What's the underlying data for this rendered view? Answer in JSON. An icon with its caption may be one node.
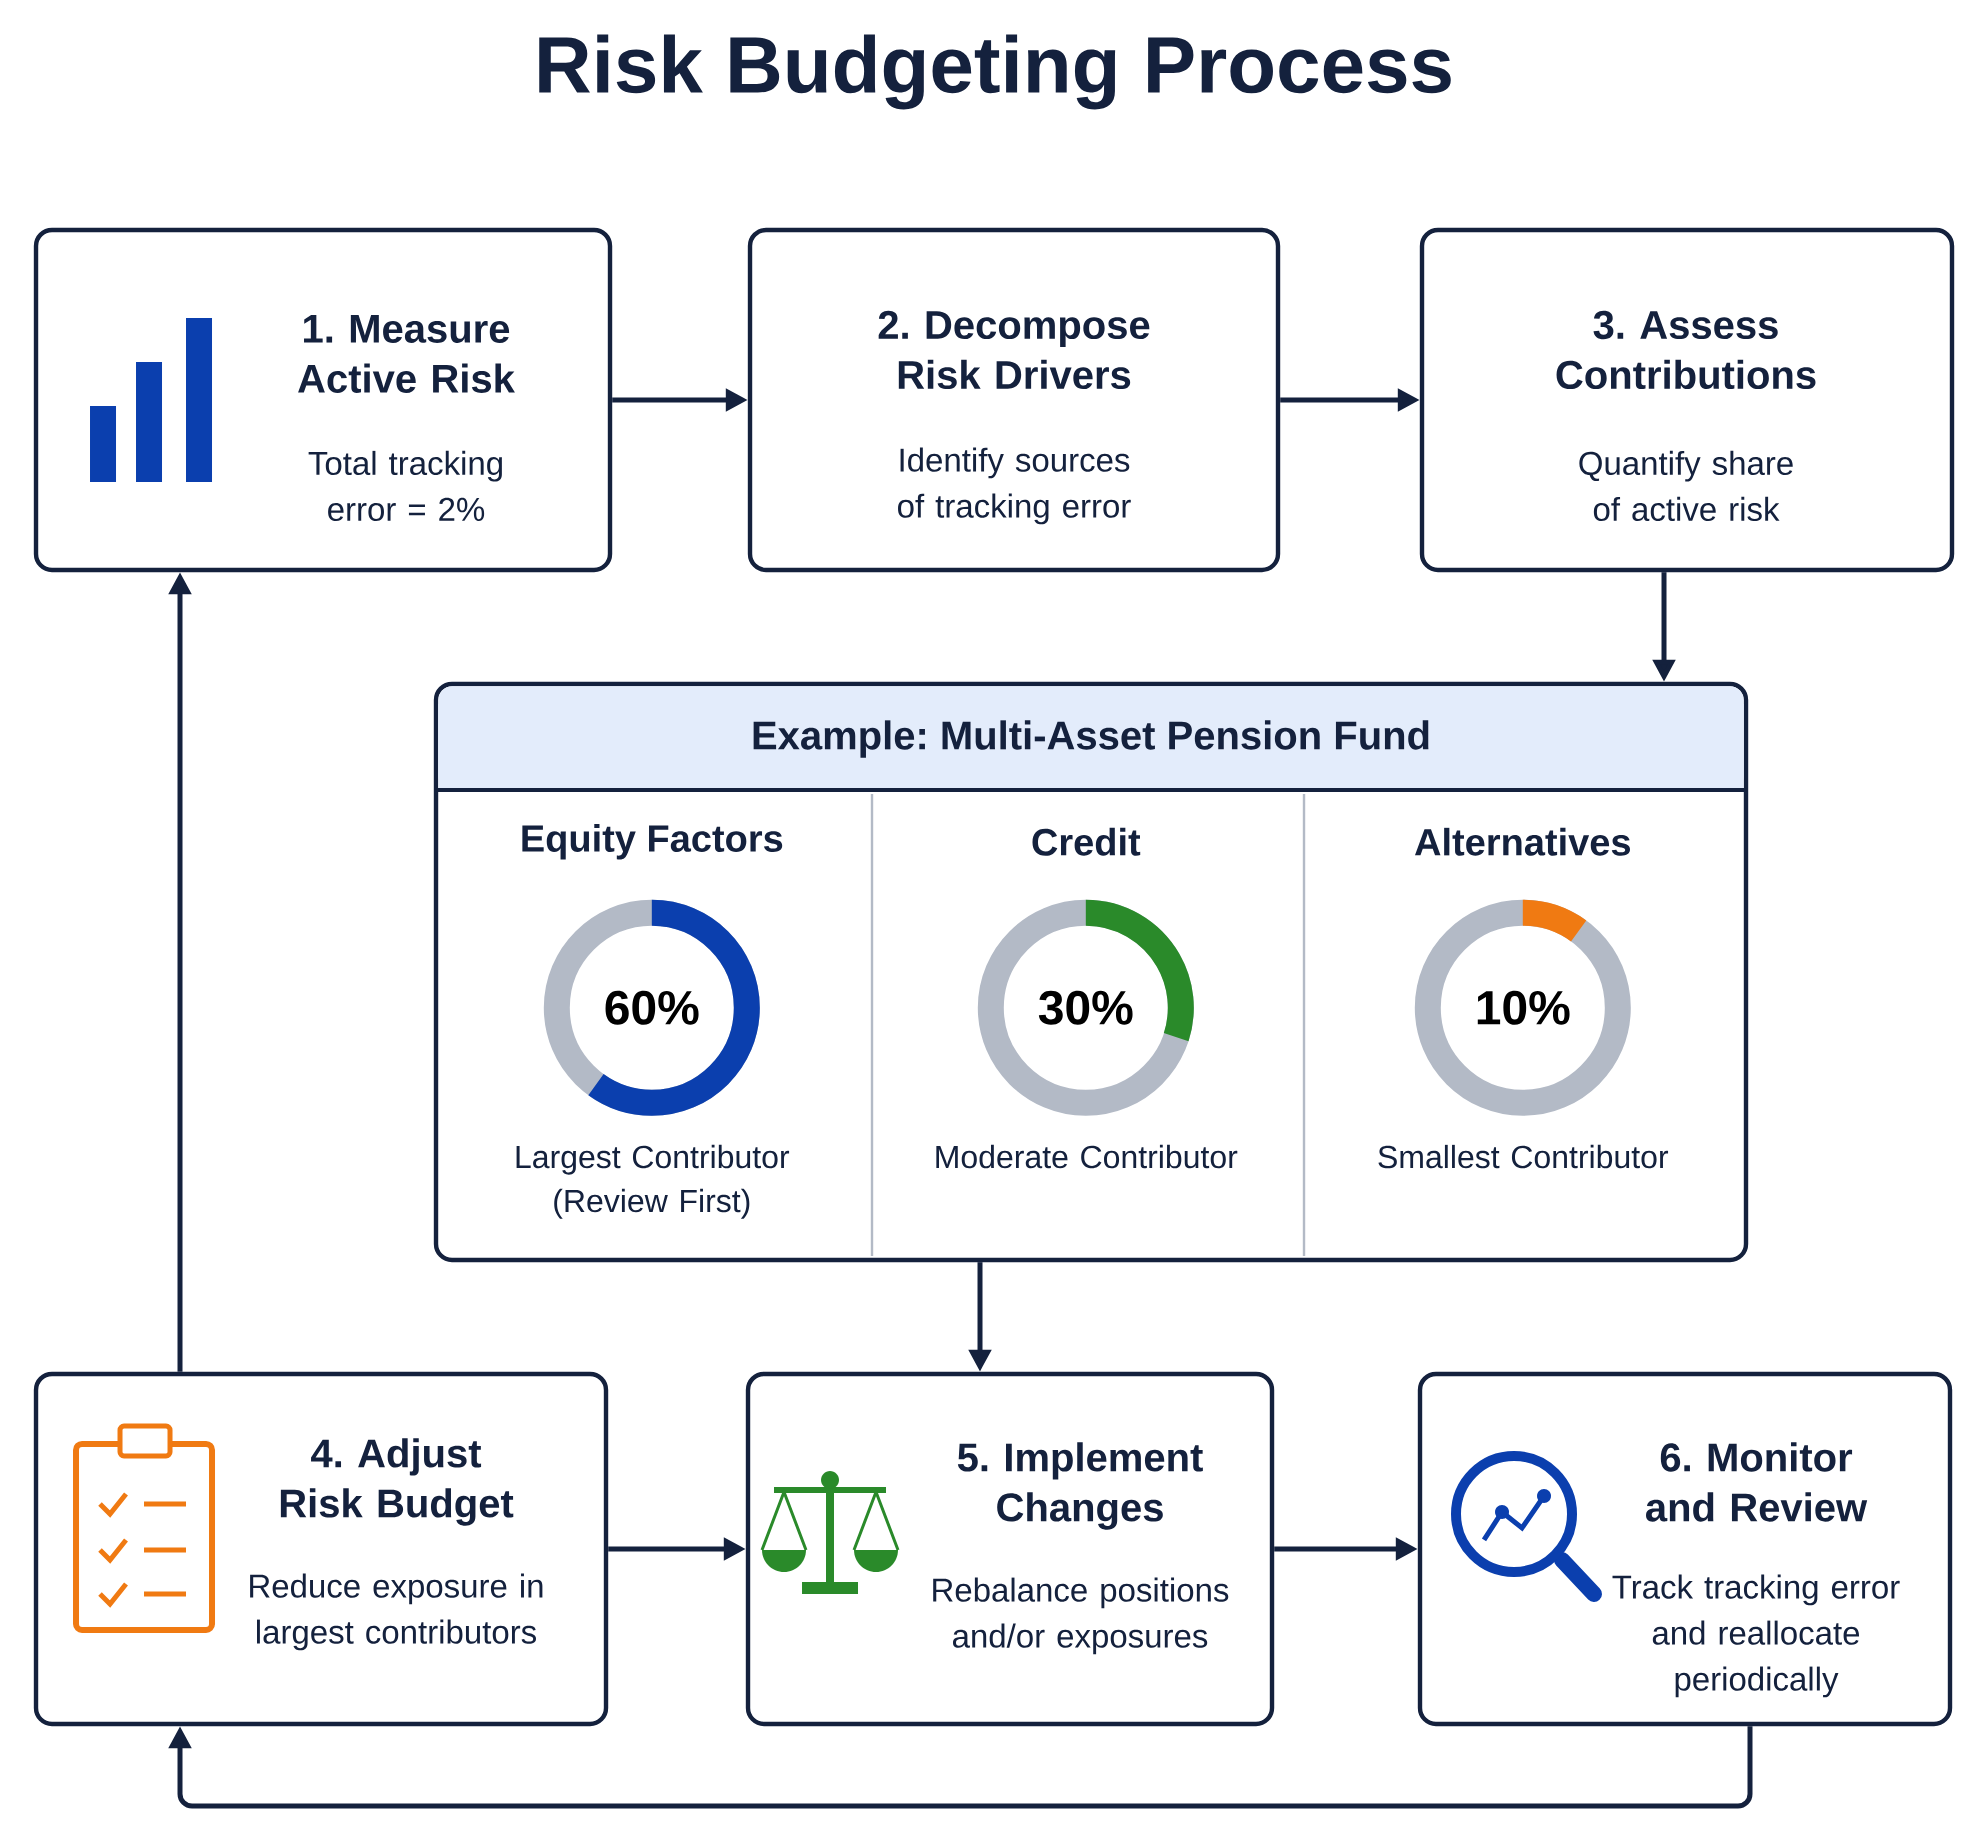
{
  "diagram": {
    "title": "Risk Budgeting Process",
    "nodes": [
      {
        "text": [
          "1. Measure Active Risk",
          "Total tracking error = 2%"
        ]
      },
      {
        "text": [
          "2. Decompose Risk Drivers",
          "Identify sources of tracking error"
        ]
      },
      {
        "text": [
          "3. Assess Contributions",
          "Quantify share of active risk"
        ]
      },
      {
        "text": [
          "Example: Multi-Asset Pension Fund"
        ]
      },
      {
        "text": [
          "Equity Factors",
          "60%",
          "Largest Contributor (Review First)"
        ],
        "in": 3
      },
      {
        "text": [
          "Credit",
          "30%",
          "Moderate Contributor"
        ],
        "in": 3
      },
      {
        "text": [
          "Alternatives",
          "10%",
          "Smallest Contributor"
        ],
        "in": 3
      },
      {
        "text": [
          "4. Adjust Risk Budget",
          "Reduce exposure in largest contributors"
        ]
      },
      {
        "text": [
          "5. Implement Changes",
          "Rebalance positions and/or exposures"
        ]
      },
      {
        "text": [
          "6. Monitor and Review",
          "Track tracking error and reallocate periodically"
        ]
      }
    ],
    "edges": [
      {
        "from": 0,
        "to": 1,
        "arrow": "to"
      },
      {
        "from": 1,
        "to": 2,
        "arrow": "to"
      },
      {
        "from": 2,
        "to": 3,
        "arrow": "to"
      },
      {
        "from": 3,
        "to": 8,
        "arrow": "to"
      },
      {
        "from": 7,
        "to": 8,
        "arrow": "to"
      },
      {
        "from": 8,
        "to": 9,
        "arrow": "to"
      },
      {
        "from": 9,
        "to": 7,
        "arrow": "to"
      },
      {
        "from": 7,
        "to": 0,
        "arrow": "to"
      }
    ]
  }
}
